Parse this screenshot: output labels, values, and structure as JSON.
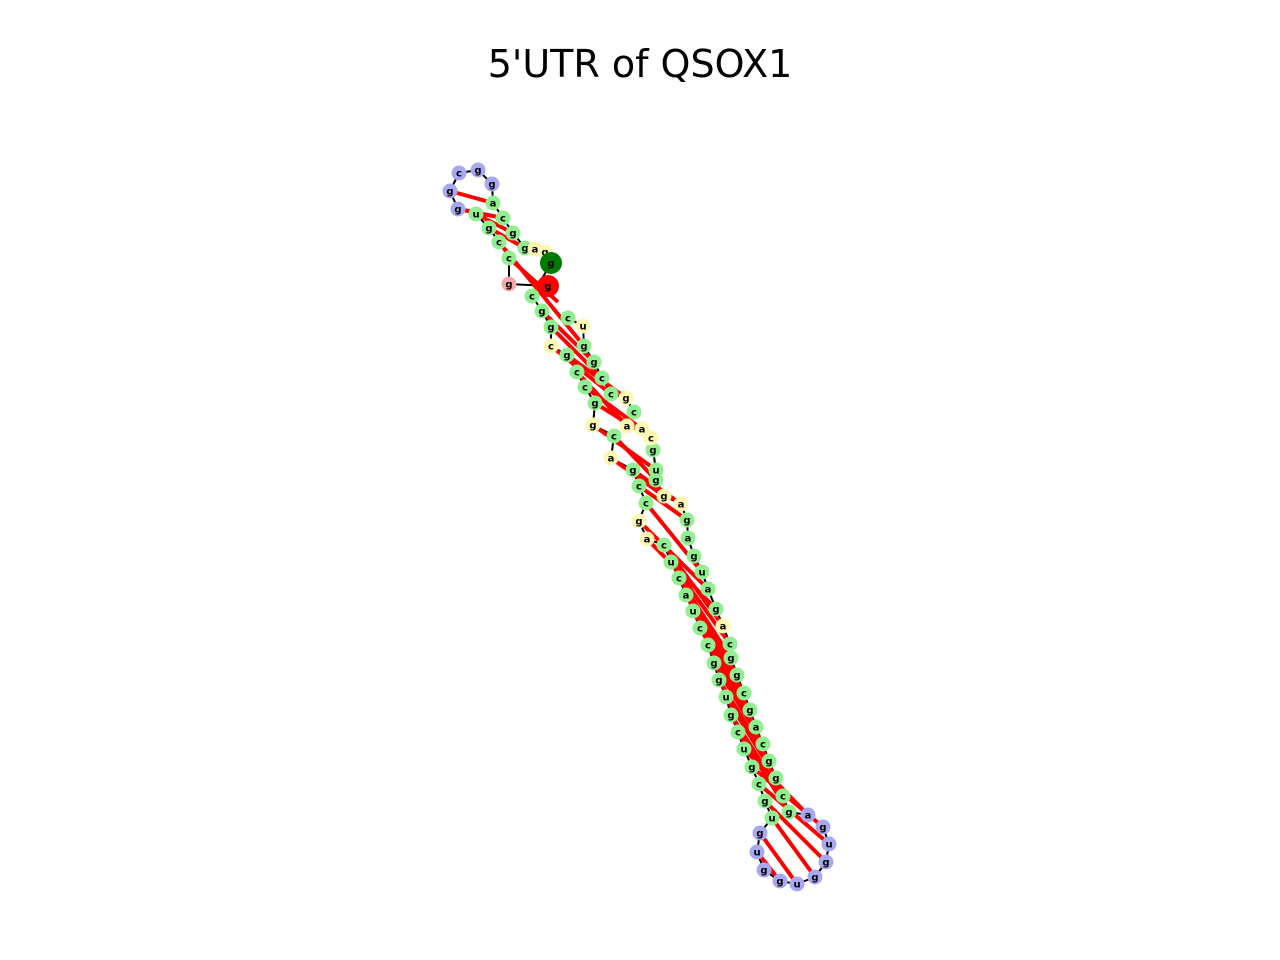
{
  "title": "5'UTR of QSOX1",
  "colors": {
    "paired": "#90f090",
    "interior": "#fff8b0",
    "hairpin": "#a8a8f0",
    "external": "#f4a8a8",
    "start": "#ff0000",
    "end": "#007a00",
    "bond": "#ff0000",
    "backbone": "#000000"
  },
  "rna": {
    "nucleotides": [
      {
        "base": "g",
        "type": "start"
      },
      {
        "base": "g",
        "type": "external"
      },
      {
        "base": "c",
        "type": "paired"
      },
      {
        "base": "c",
        "type": "paired"
      },
      {
        "base": "g",
        "type": "paired"
      },
      {
        "base": "u",
        "type": "paired"
      },
      {
        "base": "g",
        "type": "hairpin"
      },
      {
        "base": "g",
        "type": "hairpin"
      },
      {
        "base": "c",
        "type": "hairpin"
      },
      {
        "base": "g",
        "type": "hairpin"
      },
      {
        "base": "g",
        "type": "hairpin"
      },
      {
        "base": "a",
        "type": "paired"
      },
      {
        "base": "c",
        "type": "paired"
      },
      {
        "base": "g",
        "type": "paired"
      },
      {
        "base": "g",
        "type": "paired"
      },
      {
        "base": "a",
        "type": "interior"
      },
      {
        "base": "g",
        "type": "interior"
      },
      {
        "base": "g",
        "type": "end"
      },
      {
        "base": "c",
        "type": "paired"
      },
      {
        "base": "g",
        "type": "paired"
      },
      {
        "base": "g",
        "type": "paired"
      },
      {
        "base": "c",
        "type": "interior"
      },
      {
        "base": "g",
        "type": "paired"
      },
      {
        "base": "c",
        "type": "paired"
      },
      {
        "base": "c",
        "type": "paired"
      },
      {
        "base": "g",
        "type": "paired"
      },
      {
        "base": "g",
        "type": "interior"
      },
      {
        "base": "c",
        "type": "paired"
      },
      {
        "base": "a",
        "type": "interior"
      },
      {
        "base": "g",
        "type": "paired"
      },
      {
        "base": "c",
        "type": "paired"
      },
      {
        "base": "c",
        "type": "paired"
      },
      {
        "base": "g",
        "type": "interior"
      },
      {
        "base": "a",
        "type": "interior"
      },
      {
        "base": "c",
        "type": "paired"
      },
      {
        "base": "u",
        "type": "paired"
      },
      {
        "base": "c",
        "type": "paired"
      },
      {
        "base": "a",
        "type": "paired"
      },
      {
        "base": "u",
        "type": "paired"
      },
      {
        "base": "c",
        "type": "paired"
      },
      {
        "base": "c",
        "type": "paired"
      },
      {
        "base": "g",
        "type": "paired"
      },
      {
        "base": "g",
        "type": "paired"
      },
      {
        "base": "u",
        "type": "paired"
      },
      {
        "base": "g",
        "type": "paired"
      },
      {
        "base": "c",
        "type": "paired"
      },
      {
        "base": "u",
        "type": "paired"
      },
      {
        "base": "g",
        "type": "paired"
      },
      {
        "base": "c",
        "type": "paired"
      },
      {
        "base": "g",
        "type": "paired"
      },
      {
        "base": "u",
        "type": "paired"
      },
      {
        "base": "g",
        "type": "hairpin"
      },
      {
        "base": "u",
        "type": "hairpin"
      },
      {
        "base": "g",
        "type": "hairpin"
      },
      {
        "base": "g",
        "type": "hairpin"
      },
      {
        "base": "u",
        "type": "hairpin"
      },
      {
        "base": "g",
        "type": "hairpin"
      },
      {
        "base": "g",
        "type": "hairpin"
      },
      {
        "base": "u",
        "type": "hairpin"
      },
      {
        "base": "g",
        "type": "hairpin"
      },
      {
        "base": "a",
        "type": "hairpin"
      },
      {
        "base": "g",
        "type": "paired"
      },
      {
        "base": "c",
        "type": "paired"
      },
      {
        "base": "g",
        "type": "paired"
      },
      {
        "base": "g",
        "type": "paired"
      },
      {
        "base": "c",
        "type": "paired"
      },
      {
        "base": "a",
        "type": "paired"
      },
      {
        "base": "g",
        "type": "paired"
      },
      {
        "base": "c",
        "type": "paired"
      },
      {
        "base": "g",
        "type": "paired"
      },
      {
        "base": "g",
        "type": "paired"
      },
      {
        "base": "c",
        "type": "paired"
      },
      {
        "base": "a",
        "type": "interior"
      },
      {
        "base": "g",
        "type": "paired"
      },
      {
        "base": "a",
        "type": "paired"
      },
      {
        "base": "u",
        "type": "paired"
      },
      {
        "base": "g",
        "type": "paired"
      },
      {
        "base": "a",
        "type": "paired"
      },
      {
        "base": "g",
        "type": "paired"
      },
      {
        "base": "a",
        "type": "interior"
      },
      {
        "base": "g",
        "type": "interior"
      },
      {
        "base": "g",
        "type": "paired"
      },
      {
        "base": "u",
        "type": "paired"
      },
      {
        "base": "g",
        "type": "paired"
      },
      {
        "base": "c",
        "type": "interior"
      },
      {
        "base": "a",
        "type": "interior"
      },
      {
        "base": "a",
        "type": "interior"
      },
      {
        "base": "c",
        "type": "paired"
      },
      {
        "base": "g",
        "type": "interior"
      },
      {
        "base": "c",
        "type": "paired"
      },
      {
        "base": "c",
        "type": "paired"
      },
      {
        "base": "g",
        "type": "paired"
      },
      {
        "base": "g",
        "type": "paired"
      },
      {
        "base": "u",
        "type": "interior"
      },
      {
        "base": "c",
        "type": "paired"
      }
    ],
    "pairs": [
      [
        2,
        95
      ],
      [
        3,
        92
      ],
      [
        4,
        14
      ],
      [
        5,
        13
      ],
      [
        6,
        12
      ],
      [
        7,
        11
      ],
      [
        19,
        91
      ],
      [
        20,
        90
      ],
      [
        21,
        89
      ],
      [
        22,
        88
      ],
      [
        23,
        86
      ],
      [
        24,
        85
      ],
      [
        25,
        84
      ],
      [
        26,
        82
      ],
      [
        27,
        81
      ],
      [
        28,
        80
      ],
      [
        29,
        79
      ],
      [
        30,
        78
      ],
      [
        31,
        75
      ],
      [
        32,
        74
      ],
      [
        33,
        73
      ],
      [
        34,
        72
      ],
      [
        35,
        71
      ],
      [
        36,
        70
      ],
      [
        37,
        69
      ],
      [
        38,
        68
      ],
      [
        39,
        67
      ],
      [
        40,
        66
      ],
      [
        41,
        65
      ],
      [
        42,
        64
      ],
      [
        43,
        63
      ],
      [
        44,
        62
      ],
      [
        45,
        61
      ],
      [
        46,
        60
      ],
      [
        47,
        59
      ],
      [
        48,
        58
      ],
      [
        49,
        57
      ],
      [
        50,
        56
      ],
      [
        51,
        55
      ],
      [
        52,
        54
      ]
    ]
  }
}
